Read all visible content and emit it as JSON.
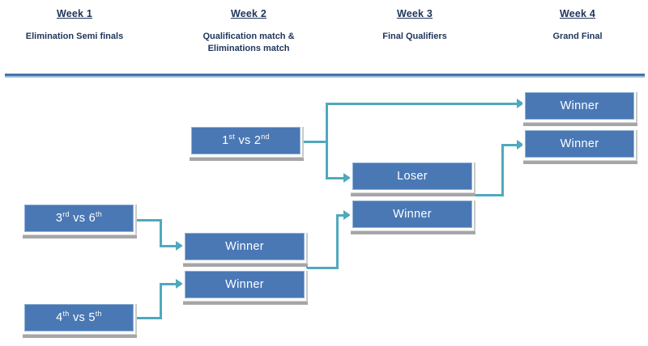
{
  "header": {
    "columns": [
      {
        "title": "Week 1",
        "subtitle": "Elimination Semi finals"
      },
      {
        "title": "Week 2",
        "subtitle": "Qualification match &\nEliminations match"
      },
      {
        "title": "Week 3",
        "subtitle": "Final Qualifiers"
      },
      {
        "title": "Week 4",
        "subtitle": "Grand Final"
      }
    ]
  },
  "bracket": {
    "week1": [
      {
        "label": "3rd vs 6th",
        "ord1": "3",
        "sup1": "rd",
        "mid": " vs ",
        "ord2": "6",
        "sup2": "th"
      },
      {
        "label": "4th vs 5th",
        "ord1": "4",
        "sup1": "th",
        "mid": " vs ",
        "ord2": "5",
        "sup2": "th"
      }
    ],
    "week2": [
      {
        "label": "1st vs 2nd",
        "ord1": "1",
        "sup1": "st",
        "mid": " vs ",
        "ord2": "2",
        "sup2": "nd"
      },
      {
        "label": "Winner"
      },
      {
        "label": "Winner"
      }
    ],
    "week3": [
      {
        "label": "Loser"
      },
      {
        "label": "Winner"
      }
    ],
    "week4": [
      {
        "label": "Winner"
      },
      {
        "label": "Winner"
      }
    ]
  },
  "colors": {
    "node_fill": "#4a78b5",
    "node_text": "#ffffff",
    "connector": "#4fa9bd",
    "header_text": "#20365c",
    "divider": "#4a72a8",
    "shadow": "#a6a6a6"
  }
}
